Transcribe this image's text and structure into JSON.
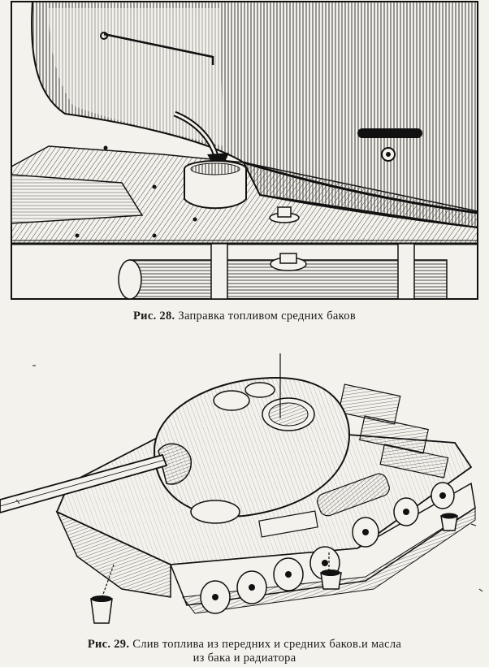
{
  "figure1": {
    "label": "Рис. 28.",
    "caption": "Заправка топливом средних баков"
  },
  "figure2": {
    "label": "Рис. 29.",
    "caption_line1": "Слив топлива из передних и средних баков.и масла",
    "caption_line2": "из бака и радиатора"
  },
  "colors": {
    "paper": "#f4f2ec",
    "ink": "#1a1a1a"
  }
}
